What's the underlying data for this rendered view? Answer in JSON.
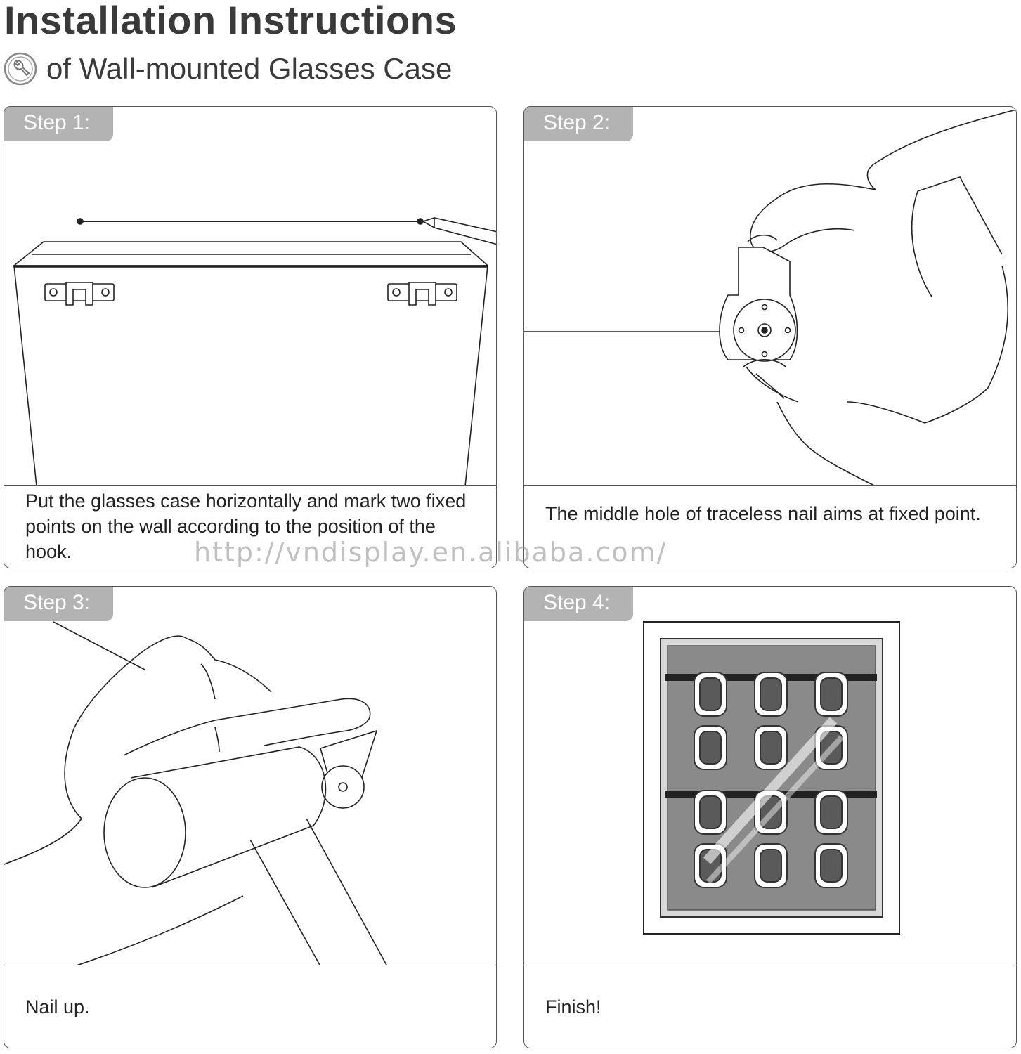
{
  "header": {
    "title": "Installation Instructions",
    "subtitle": "of Wall-mounted Glasses Case"
  },
  "steps": [
    {
      "label": "Step 1:",
      "caption": "Put the glasses case horizontally and mark two fixed points on the wall according to the position of the hook."
    },
    {
      "label": "Step 2:",
      "caption": "The middle hole of traceless nail aims at fixed point."
    },
    {
      "label": "Step 3:",
      "caption": "Nail up."
    },
    {
      "label": "Step 4:",
      "caption": "Finish!"
    }
  ],
  "watermark": "http://vndisplay.en.alibaba.com/",
  "colors": {
    "badge": "#b3b3b3",
    "title": "#3a3a3a",
    "case_back": "#8a8a8a"
  },
  "icons": {
    "subtitle": "wrench-icon"
  }
}
